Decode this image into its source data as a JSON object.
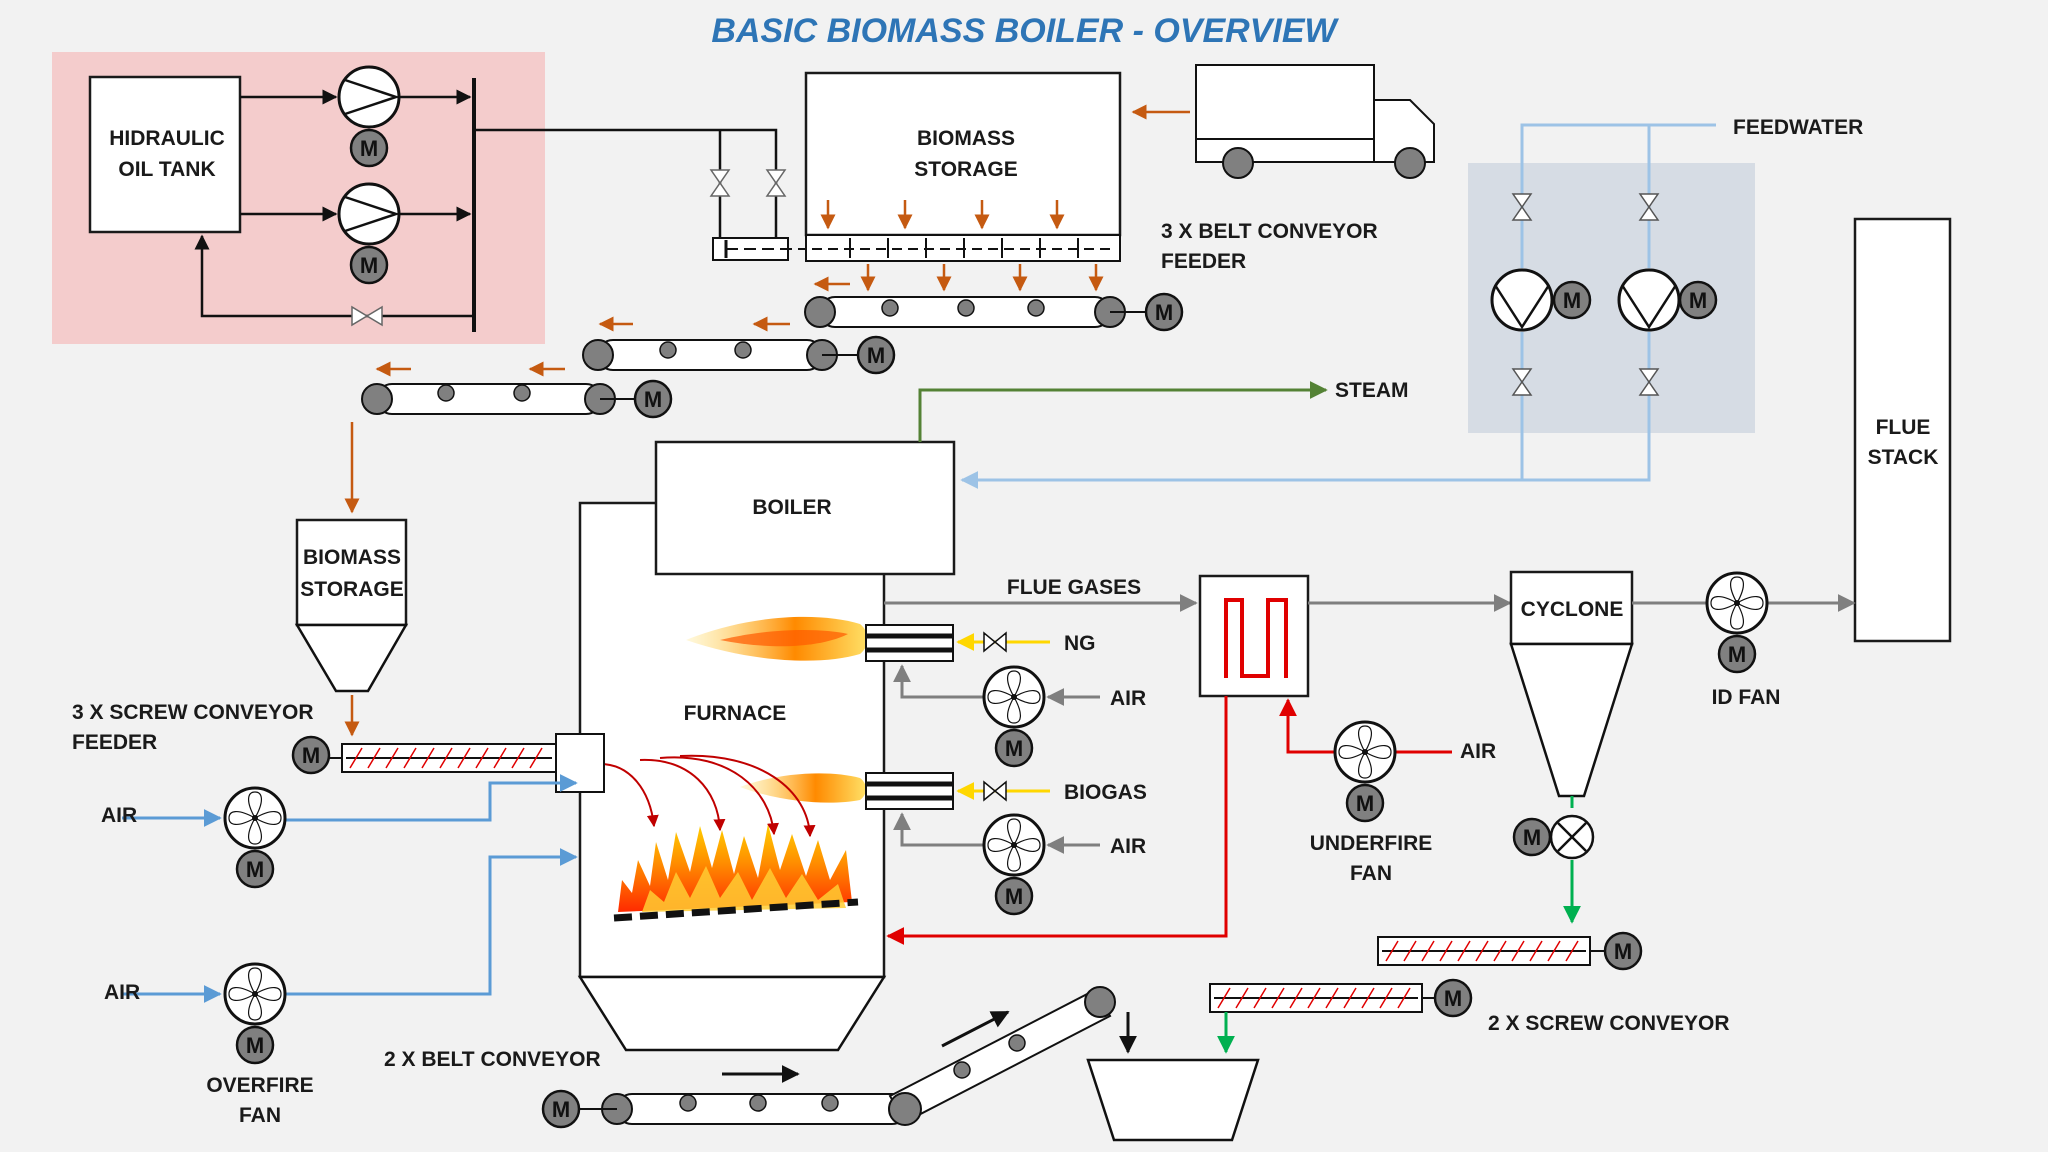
{
  "title": "BASIC BIOMASS BOILER - OVERVIEW",
  "labels": {
    "hydraulic_tank_1": "HIDRAULIC",
    "hydraulic_tank_2": "OIL TANK",
    "storage_top_1": "BIOMASS",
    "storage_top_2": "STORAGE",
    "belt_feeder_1": "3 X BELT CONVEYOR",
    "belt_feeder_2": "FEEDER",
    "feedwater": "FEEDWATER",
    "steam": "STEAM",
    "flue_stack_1": "FLUE",
    "flue_stack_2": "STACK",
    "boiler": "BOILER",
    "storage_hopper_1": "BIOMASS",
    "storage_hopper_2": "STORAGE",
    "flue_gases": "FLUE GASES",
    "cyclone": "CYCLONE",
    "id_fan": "ID FAN",
    "ng": "NG",
    "air_burner_1": "AIR",
    "furnace": "FURNACE",
    "biogas": "BIOGAS",
    "air_burner_2": "AIR",
    "air_underfire": "AIR",
    "underfire_fan_1": "UNDERFIRE",
    "underfire_fan_2": "FAN",
    "screw_feeder_1": "3 X SCREW CONVEYOR",
    "screw_feeder_2": "FEEDER",
    "air_left_1": "AIR",
    "air_left_2": "AIR",
    "overfire_fan_1": "OVERFIRE",
    "overfire_fan_2": "FAN",
    "belt_conveyor_bottom": "2 X BELT CONVEYOR",
    "screw_conveyor_bottom": "2 X SCREW CONVEYOR"
  },
  "motor_label": "M",
  "colors": {
    "title": "#2e75b6",
    "biomass_flow": "#c55a11",
    "water_line": "#9dc3e6",
    "air_line": "#5b9bd5",
    "steam_line": "#548235",
    "hot_air": "#e00000",
    "gas_line": "#ffd700",
    "ash_line": "#00b050",
    "hydraulic_zone": "#f4cccc",
    "pump_zone": "#d6dce4",
    "flue_line": "#7f7f7f"
  }
}
